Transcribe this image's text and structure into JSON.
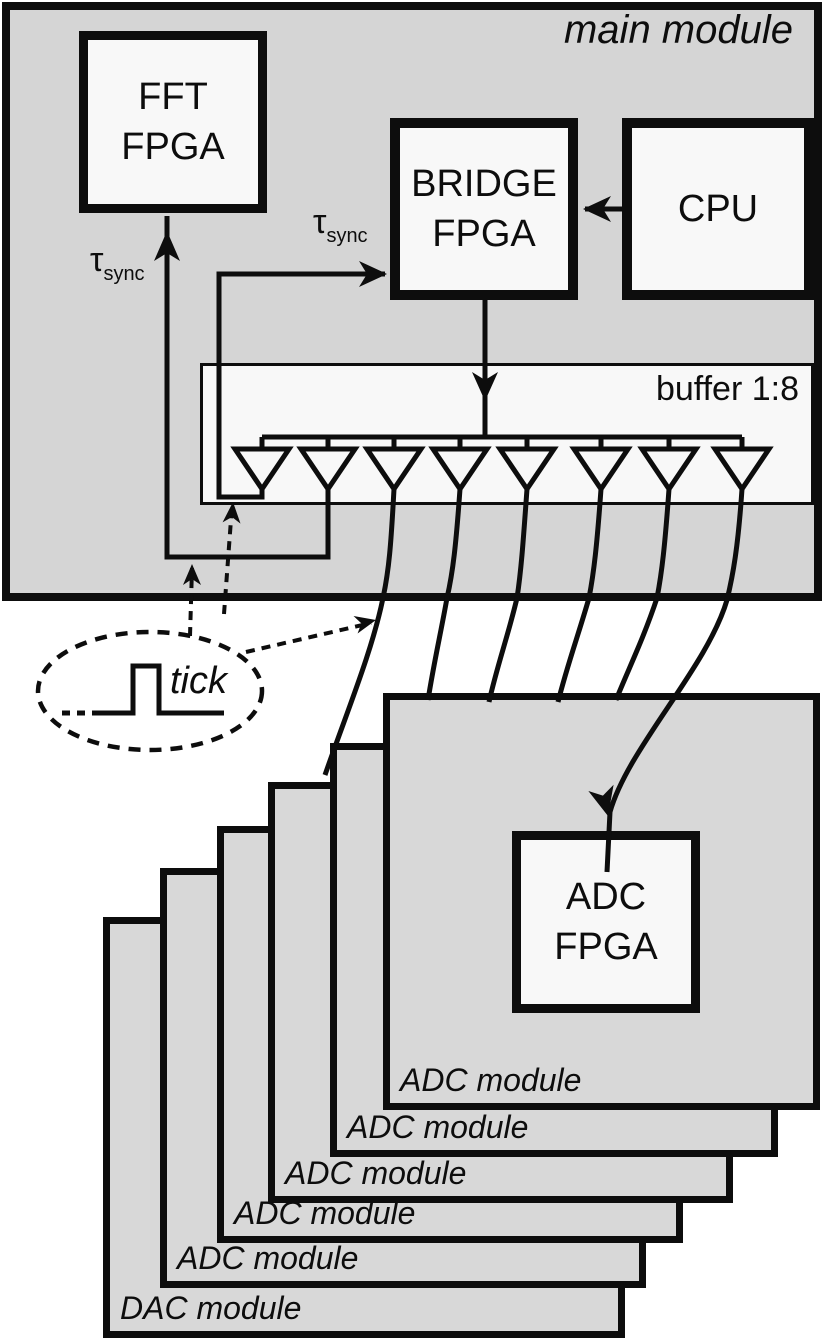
{
  "main_module": {
    "label": "main module"
  },
  "fft": {
    "line1": "FFT",
    "line2": "FPGA"
  },
  "bridge": {
    "line1": "BRIDGE",
    "line2": "FPGA"
  },
  "cpu": {
    "label": "CPU"
  },
  "buffer": {
    "label": "buffer 1:8"
  },
  "tau_sync_fft": {
    "symbol": "τ",
    "subscript": "sync"
  },
  "tau_sync_bridge": {
    "symbol": "τ",
    "subscript": "sync"
  },
  "tick": {
    "label": "tick"
  },
  "adc_fpga": {
    "line1": "ADC",
    "line2": "FPGA"
  },
  "modules": {
    "items": [
      {
        "label": "ADC module"
      },
      {
        "label": "ADC module"
      },
      {
        "label": "ADC module"
      },
      {
        "label": "ADC module"
      },
      {
        "label": "ADC module"
      },
      {
        "label": "DAC module"
      }
    ]
  },
  "colors": {
    "line": "#0d0d0d",
    "module_fill": "#d5d5d5",
    "card_fill": "#d8d8d8",
    "box_fill": "#f8f8f8"
  }
}
